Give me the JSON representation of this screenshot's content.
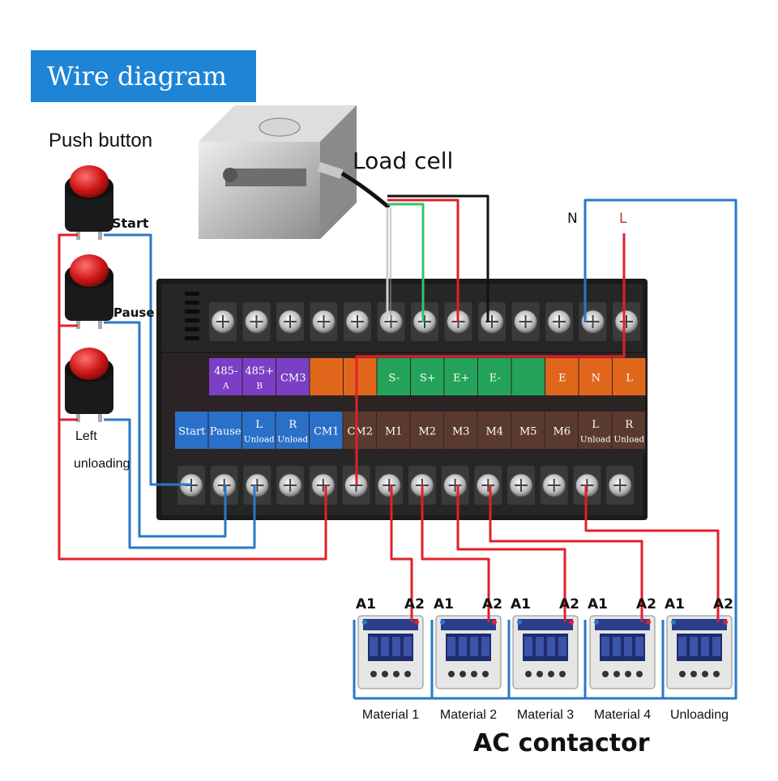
{
  "title": "Wire diagram",
  "labels": {
    "push_button": "Push button",
    "load_cell": "Load cell",
    "start": "Start",
    "pause": "Pause",
    "left_unloading_1": "Left",
    "left_unloading_2": "unloading",
    "N": "N",
    "L": "L",
    "ac_contactor": "AC contactor"
  },
  "top_strip": [
    {
      "l1": "485-",
      "l2": "A",
      "color": "#7a3fc4"
    },
    {
      "l1": "485+",
      "l2": "B",
      "color": "#7a3fc4"
    },
    {
      "l1": "CM3",
      "l2": "",
      "color": "#7a3fc4"
    },
    {
      "l1": "",
      "l2": "",
      "color": "#e0661c"
    },
    {
      "l1": "",
      "l2": "",
      "color": "#e0661c"
    },
    {
      "l1": "S-",
      "l2": "",
      "color": "#23a35a"
    },
    {
      "l1": "S+",
      "l2": "",
      "color": "#23a35a"
    },
    {
      "l1": "E+",
      "l2": "",
      "color": "#23a35a"
    },
    {
      "l1": "E-",
      "l2": "",
      "color": "#23a35a"
    },
    {
      "l1": "",
      "l2": "",
      "color": "#23a35a"
    },
    {
      "l1": "E",
      "l2": "",
      "color": "#e0661c"
    },
    {
      "l1": "N",
      "l2": "",
      "color": "#e0661c"
    },
    {
      "l1": "L",
      "l2": "",
      "color": "#e0661c"
    }
  ],
  "bottom_strip": [
    {
      "l1": "Start",
      "l2": "",
      "color": "#2a70c8"
    },
    {
      "l1": "Pause",
      "l2": "",
      "color": "#2a70c8"
    },
    {
      "l1": "L",
      "l2": "Unload",
      "color": "#2a70c8"
    },
    {
      "l1": "R",
      "l2": "Unload",
      "color": "#2a70c8"
    },
    {
      "l1": "CM1",
      "l2": "",
      "color": "#2a70c8"
    },
    {
      "l1": "CM2",
      "l2": "",
      "color": "#5a3a2e"
    },
    {
      "l1": "M1",
      "l2": "",
      "color": "#5a3a2e"
    },
    {
      "l1": "M2",
      "l2": "",
      "color": "#5a3a2e"
    },
    {
      "l1": "M3",
      "l2": "",
      "color": "#5a3a2e"
    },
    {
      "l1": "M4",
      "l2": "",
      "color": "#5a3a2e"
    },
    {
      "l1": "M5",
      "l2": "",
      "color": "#5a3a2e"
    },
    {
      "l1": "M6",
      "l2": "",
      "color": "#5a3a2e"
    },
    {
      "l1": "L",
      "l2": "Unload",
      "color": "#5a3a2e"
    },
    {
      "l1": "R",
      "l2": "Unload",
      "color": "#5a3a2e"
    }
  ],
  "contactors": [
    {
      "a1": "A1",
      "a2": "A2",
      "label": "Material 1"
    },
    {
      "a1": "A1",
      "a2": "A2",
      "label": "Material 2"
    },
    {
      "a1": "A1",
      "a2": "A2",
      "label": "Material 3"
    },
    {
      "a1": "A1",
      "a2": "A2",
      "label": "Material 4"
    },
    {
      "a1": "A1",
      "a2": "A2",
      "label": "Unloading"
    }
  ],
  "colors": {
    "red_wire": "#e0202a",
    "blue_wire": "#2a78c8",
    "black_wire": "#111111",
    "green_wire": "#33c46a",
    "white_wire": "#cfcfcf",
    "title_bg": "#1e84d6"
  }
}
